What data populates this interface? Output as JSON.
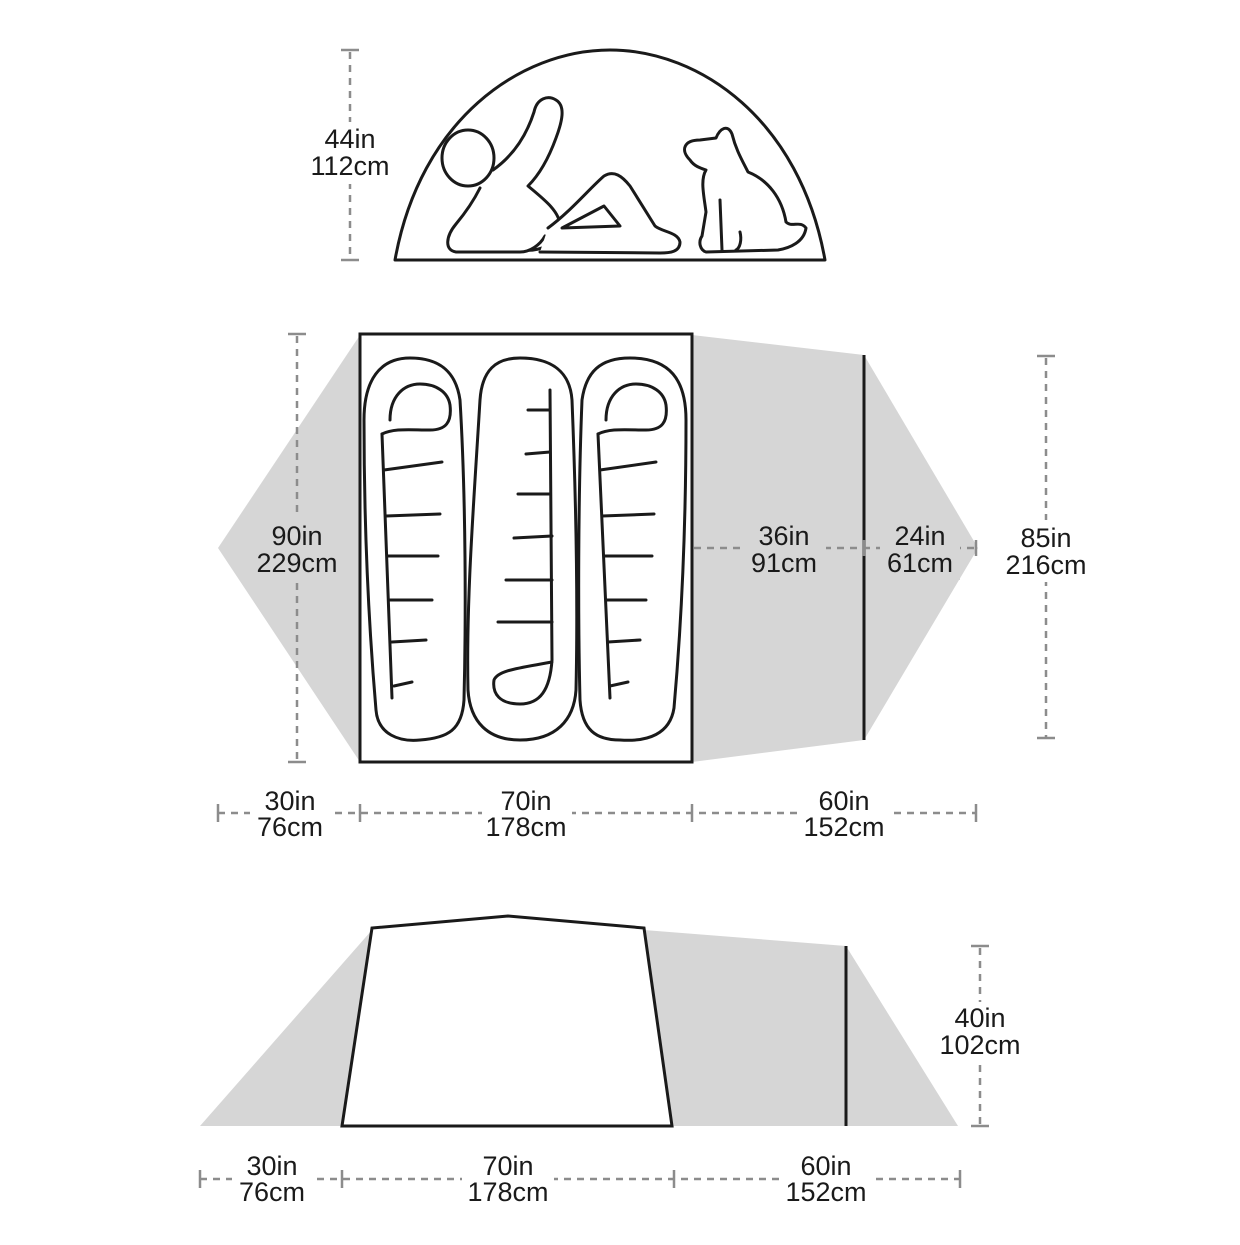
{
  "colors": {
    "outline": "#1a1a1a",
    "dimension_line": "#8c8c8c",
    "vestibule_fill": "#d6d6d6",
    "background": "#ffffff"
  },
  "side_view": {
    "height": {
      "in": "44in",
      "cm": "112cm"
    }
  },
  "floor_plan": {
    "length": {
      "in": "90in",
      "cm": "229cm"
    },
    "vestibule_depth": {
      "in": "36in",
      "cm": "91cm"
    },
    "door_depth": {
      "in": "24in",
      "cm": "61cm"
    },
    "vestibule_width": {
      "in": "85in",
      "cm": "216cm"
    },
    "widths": [
      {
        "in": "30in",
        "cm": "76cm"
      },
      {
        "in": "70in",
        "cm": "178cm"
      },
      {
        "in": "60in",
        "cm": "152cm"
      }
    ],
    "sleeping_bags": 3
  },
  "end_view": {
    "height": {
      "in": "40in",
      "cm": "102cm"
    },
    "widths": [
      {
        "in": "30in",
        "cm": "76cm"
      },
      {
        "in": "70in",
        "cm": "178cm"
      },
      {
        "in": "60in",
        "cm": "152cm"
      }
    ]
  }
}
